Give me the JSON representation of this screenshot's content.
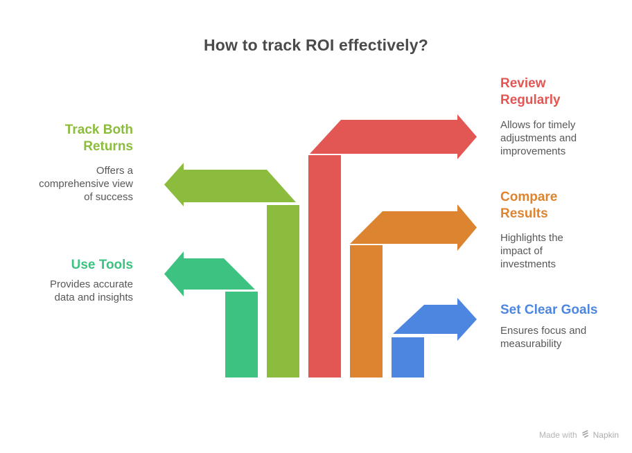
{
  "title": "How to track ROI effectively?",
  "items": [
    {
      "id": "track-both-returns",
      "heading": "Track Both\nReturns",
      "description": "Offers a\ncomprehensive view\nof success",
      "color": "#8CBC3D",
      "side": "left"
    },
    {
      "id": "use-tools",
      "heading": "Use Tools",
      "description": "Provides accurate\ndata and insights",
      "color": "#3EC281",
      "side": "left"
    },
    {
      "id": "review-regularly",
      "heading": "Review\nRegularly",
      "description": "Allows for timely\nadjustments and\nimprovements",
      "color": "#E25653",
      "side": "right"
    },
    {
      "id": "compare-results",
      "heading": "Compare\nResults",
      "description": "Highlights the\nimpact of\ninvestments",
      "color": "#DD8430",
      "side": "right"
    },
    {
      "id": "set-clear-goals",
      "heading": "Set Clear Goals",
      "description": "Ensures focus and\nmeasurability",
      "color": "#4C86E0",
      "side": "right"
    }
  ],
  "watermark": {
    "prefix": "Made with",
    "brand": "Napkin"
  },
  "colors": {
    "title": "#4A4A4A",
    "description": "#575757",
    "watermark_text": "#B5B5B5",
    "watermark_brand": "#ADADAD",
    "watermark_icon": "#9E9E9E"
  }
}
